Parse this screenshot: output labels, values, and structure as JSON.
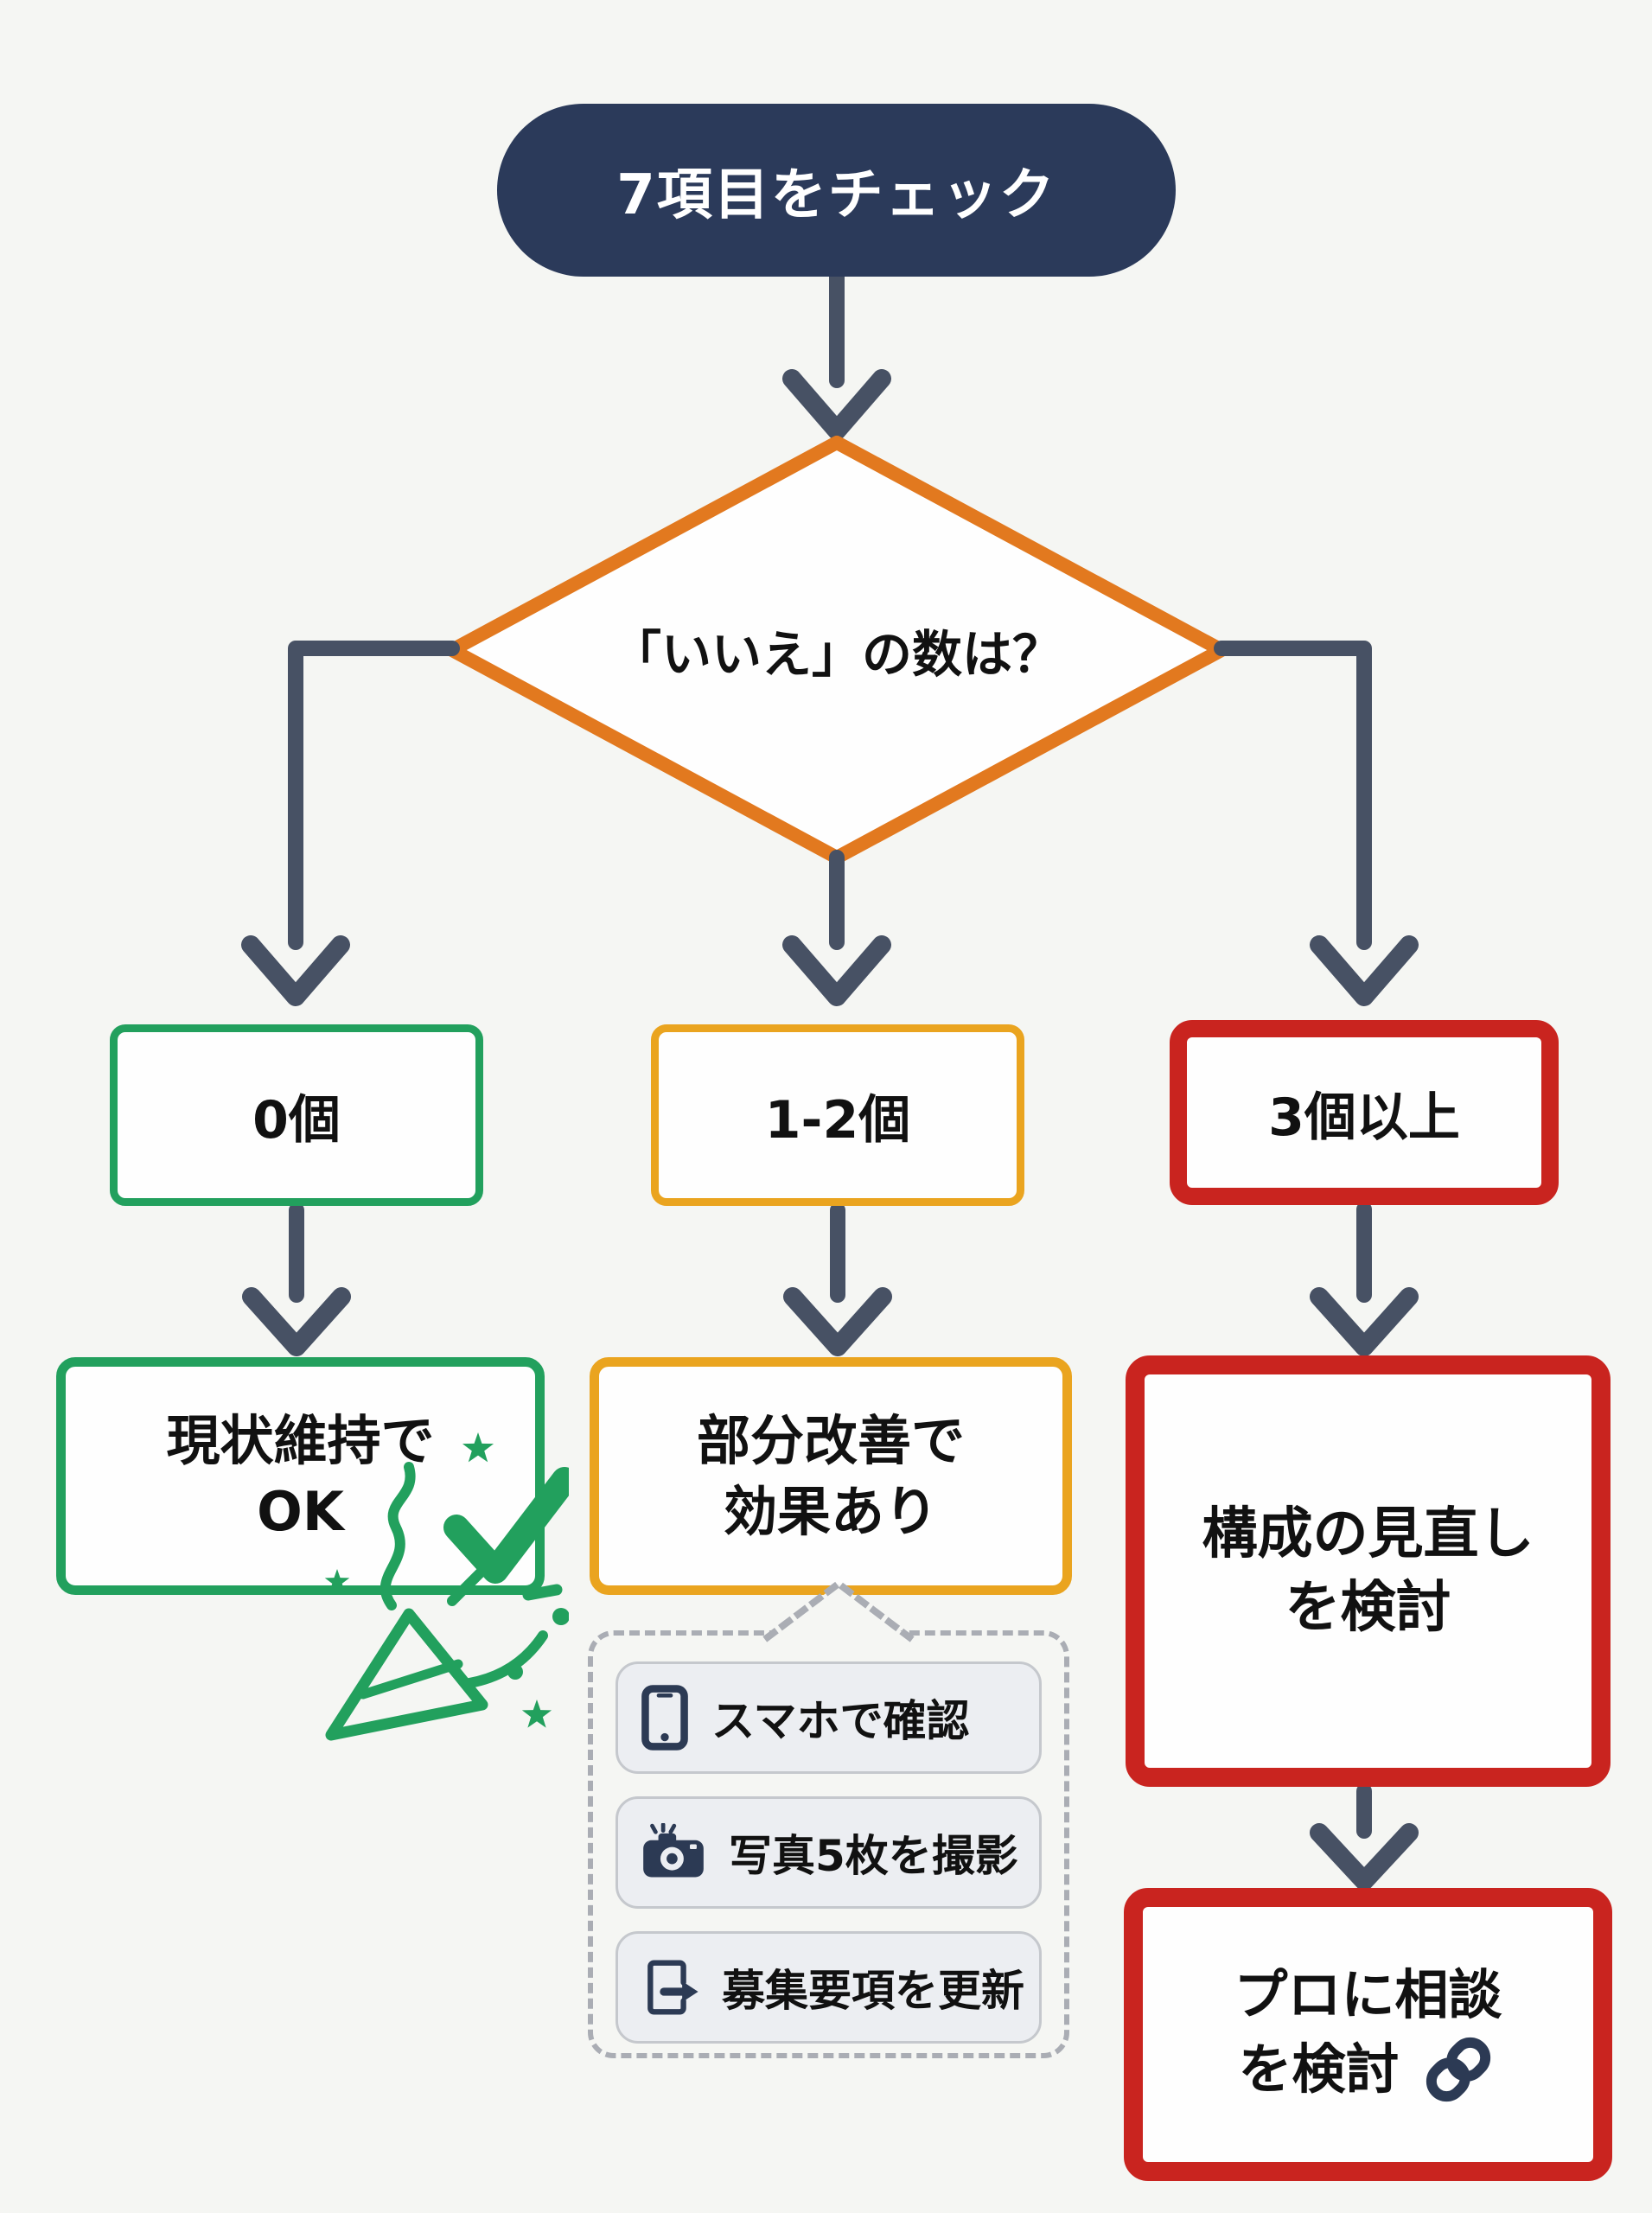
{
  "colors": {
    "background": "#f5f6f3",
    "navy": "#2b3a5a",
    "arrow": "#475164",
    "orange": "#e2791f",
    "green": "#22a05d",
    "amber": "#eaa41f",
    "red": "#c9241f",
    "text": "#111111",
    "dashed_border": "#aaadb4",
    "action_bg": "#eceef2",
    "action_border": "#c5c8cd",
    "icon_navy": "#2c3a54",
    "box_bg": "#fefefe"
  },
  "start": {
    "label": "7項目をチェック"
  },
  "decision": {
    "label": "「いいえ」の数は？"
  },
  "branches": {
    "zero": {
      "condition": "0個",
      "result_line1": "現状維持で",
      "result_line2": "OK",
      "icon": "party-popper-icon"
    },
    "one_two": {
      "condition": "1-2個",
      "result_line1": "部分改善で",
      "result_line2": "効果あり"
    },
    "three_plus": {
      "condition": "3個以上",
      "result_line1": "構成の見直し",
      "result_line2": "を検討",
      "followup_line1": "プロに相談",
      "followup_line2": "を検討",
      "icon": "link-icon"
    }
  },
  "actions": [
    {
      "icon": "smartphone-icon",
      "label": "スマホで確認"
    },
    {
      "icon": "camera-icon",
      "label": "写真5枚を撮影"
    },
    {
      "icon": "document-export-icon",
      "label": "募集要項を更新"
    }
  ]
}
